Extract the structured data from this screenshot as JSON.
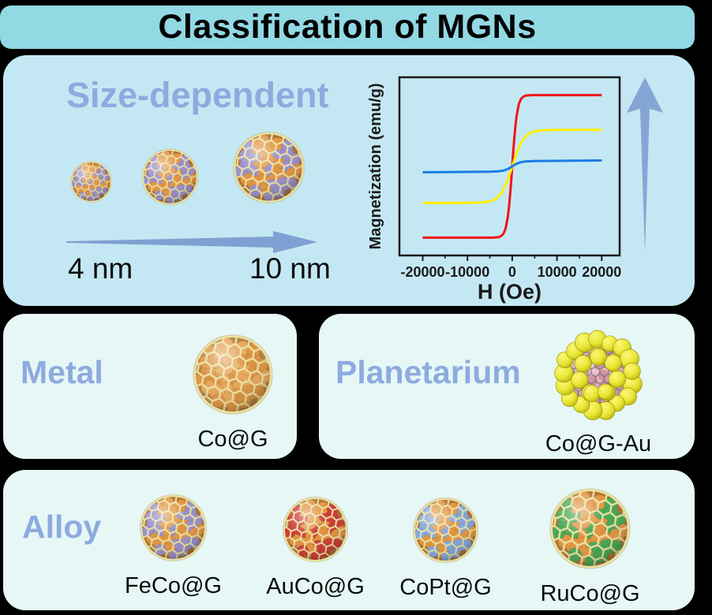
{
  "title": "Classification of MGNs",
  "colors": {
    "background": "#000000",
    "titlebar_bg": "#92d9e4",
    "panel_top_bg": "#c4e8f3",
    "panel_sub_bg": "#e6f7f6",
    "heading": "#8dabdf",
    "arrow": "#7fa0d2",
    "label": "#0b0b0b",
    "cage": "#ece2a4",
    "chart_frame": "#1a1a1a"
  },
  "size_panel": {
    "heading": "Size-dependent",
    "label_small": "4 nm",
    "label_large": "10 nm",
    "spheres": [
      {
        "primary": "#9990cc",
        "secondary": "#e2953f"
      },
      {
        "primary": "#9990cc",
        "secondary": "#e2953f"
      },
      {
        "primary": "#9990cc",
        "secondary": "#e2953f"
      }
    ]
  },
  "chart_data": {
    "type": "line",
    "title": "",
    "xlabel": "H (Oe)",
    "ylabel": "Magnetization (emu/g)",
    "xlim": [
      -25200,
      24000
    ],
    "ylim": [
      -0.95,
      0.95
    ],
    "x_ticks": [
      -20000,
      -10000,
      0,
      10000,
      20000
    ],
    "x_minor_ticks": [
      -15000,
      -5000,
      5000,
      15000
    ],
    "grid": false,
    "legend": false,
    "x": [
      -20000,
      -15000,
      -10000,
      -7000,
      -5000,
      -4000,
      -3000,
      -2500,
      -2000,
      -1500,
      -1000,
      -700,
      -400,
      -200,
      0,
      200,
      400,
      700,
      1000,
      1500,
      2000,
      2500,
      3000,
      4000,
      5000,
      7000,
      10000,
      15000,
      20000
    ],
    "series": [
      {
        "name": "red",
        "color": "#f11414",
        "y": [
          -0.76,
          -0.76,
          -0.76,
          -0.76,
          -0.76,
          -0.759,
          -0.754,
          -0.744,
          -0.721,
          -0.667,
          -0.548,
          -0.427,
          -0.265,
          -0.137,
          0,
          0.137,
          0.265,
          0.427,
          0.548,
          0.667,
          0.721,
          0.744,
          0.754,
          0.759,
          0.76,
          0.76,
          0.76,
          0.76,
          0.76
        ]
      },
      {
        "name": "yellow",
        "color": "#ffee00",
        "y": [
          -0.39,
          -0.39,
          -0.389,
          -0.386,
          -0.374,
          -0.356,
          -0.319,
          -0.29,
          -0.252,
          -0.203,
          -0.143,
          -0.103,
          -0.06,
          -0.03,
          0,
          0.03,
          0.06,
          0.103,
          0.143,
          0.203,
          0.252,
          0.29,
          0.319,
          0.356,
          0.374,
          0.386,
          0.389,
          0.39,
          0.39
        ]
      },
      {
        "name": "blue",
        "color": "#1b7ce6",
        "y": [
          -0.063,
          -0.061,
          -0.059,
          -0.058,
          -0.057,
          -0.055,
          -0.052,
          -0.049,
          -0.045,
          -0.038,
          -0.028,
          -0.021,
          -0.012,
          -0.006,
          0,
          0.006,
          0.012,
          0.021,
          0.028,
          0.038,
          0.045,
          0.049,
          0.052,
          0.055,
          0.057,
          0.058,
          0.059,
          0.061,
          0.063
        ]
      }
    ]
  },
  "metal_panel": {
    "heading": "Metal",
    "items": [
      {
        "label": "Co@G",
        "primary": "#dd9440",
        "secondary": "#e8a75a"
      }
    ]
  },
  "planetarium_panel": {
    "heading": "Planetarium",
    "items": [
      {
        "label": "Co@G-Au",
        "core": "#dba6b6",
        "core_atom": "#cf8f9f",
        "wire": "#6f6f6f",
        "satellite": "#e9e637"
      }
    ]
  },
  "alloy_panel": {
    "heading": "Alloy",
    "items": [
      {
        "label": "FeCo@G",
        "primary": "#9990cc",
        "secondary": "#e2953f"
      },
      {
        "label": "AuCo@G",
        "primary": "#cf3b36",
        "secondary": "#e2953f"
      },
      {
        "label": "CoPt@G",
        "primary": "#82a8dc",
        "secondary": "#e2953f"
      },
      {
        "label": "RuCo@G",
        "primary": "#47a851",
        "secondary": "#e2953f"
      }
    ]
  }
}
